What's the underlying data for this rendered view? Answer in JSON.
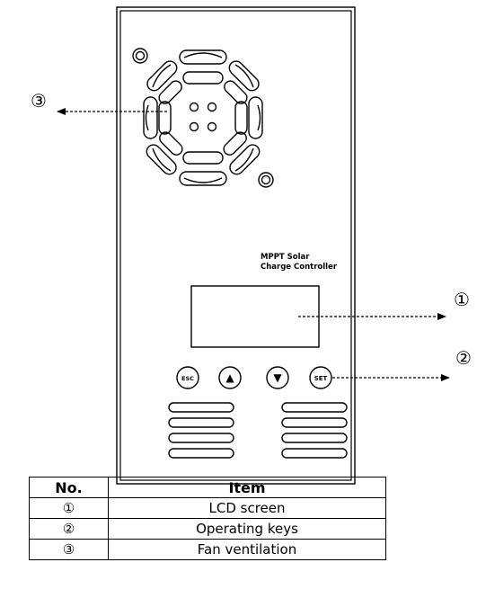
{
  "controller": {
    "brand_line1": "MPPT Solar",
    "brand_line2": "Charge  Controller",
    "keys": {
      "esc": "ESC",
      "up": "▲",
      "down": "▼",
      "set": "SET"
    }
  },
  "callouts": {
    "lcd": "①",
    "keys": "②",
    "fan": "③"
  },
  "legend_table": {
    "headers": {
      "no": "No.",
      "item": "Item"
    },
    "rows": [
      {
        "no": "①",
        "item": "LCD screen"
      },
      {
        "no": "②",
        "item": "Operating keys"
      },
      {
        "no": "③",
        "item": "Fan ventilation"
      }
    ]
  },
  "colors": {
    "line": "#000000",
    "background": "#ffffff"
  }
}
